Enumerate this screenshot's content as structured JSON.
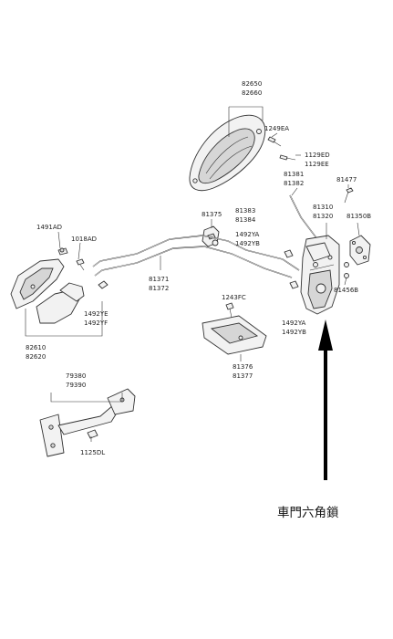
{
  "labels": {
    "l82650": "82650",
    "l82660": "82660",
    "l1249EA": "1249EA",
    "l1129ED": "1129ED",
    "l1129EE": "1129EE",
    "l81381": "81381",
    "l81382": "81382",
    "l81477": "81477",
    "l81375": "81375",
    "l81383": "81383",
    "l81384": "81384",
    "l81310": "81310",
    "l81320": "81320",
    "l81350B": "81350B",
    "l1491AD": "1491AD",
    "l1018AD": "1018AD",
    "l1492YA_a": "1492YA",
    "l1492YB_a": "1492YB",
    "l81371": "81371",
    "l81372": "81372",
    "l81456B": "81456B",
    "l1243FC": "1243FC",
    "l1492YE": "1492YE",
    "l1492YF": "1492YF",
    "l1492YA_b": "1492YA",
    "l1492YB_b": "1492YB",
    "l82610": "82610",
    "l82620": "82620",
    "l81376": "81376",
    "l81377": "81377",
    "l79380": "79380",
    "l79390": "79390",
    "l1125DL": "1125DL"
  },
  "annotation": {
    "text": "車門六角鎖"
  },
  "colors": {
    "line": "#333333",
    "part_fill": "#f2f2f2",
    "arrow": "#000000"
  }
}
